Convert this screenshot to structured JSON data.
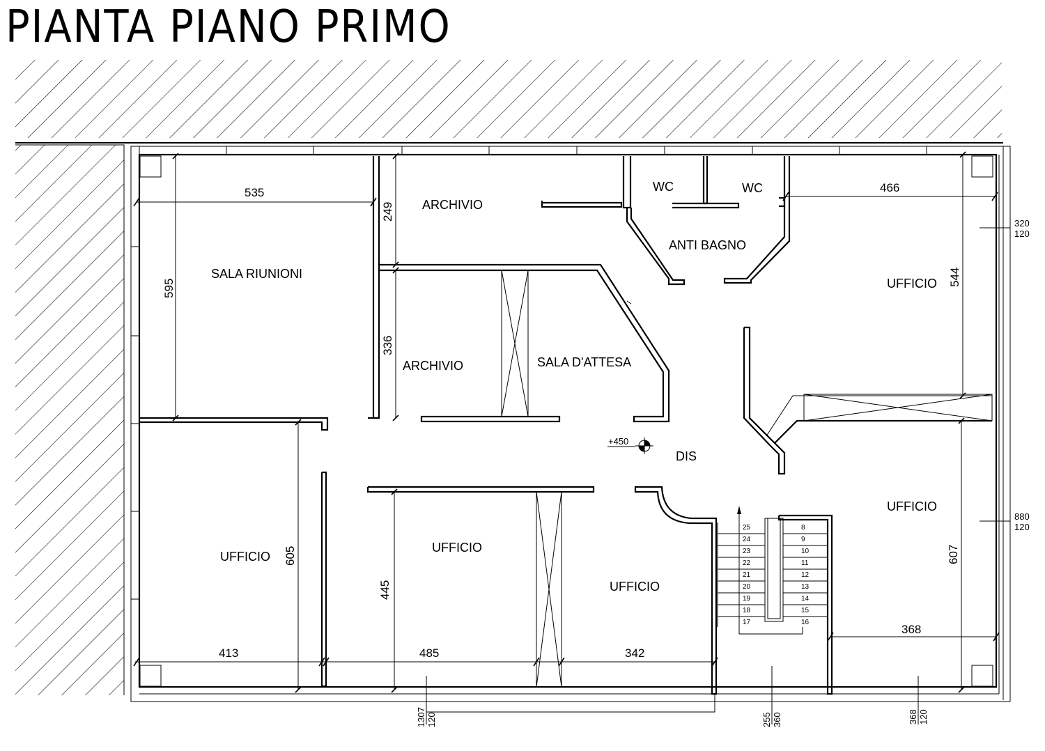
{
  "title": "PIANTA PIANO PRIMO",
  "rooms": {
    "sala_riunioni": "SALA RIUNIONI",
    "archivio_top": "ARCHIVIO",
    "archivio_mid": "ARCHIVIO",
    "sala_attesa": "SALA D'ATTESA",
    "wc_left": "WC",
    "wc_right": "WC",
    "anti_bagno": "ANTI BAGNO",
    "ufficio_top_right": "UFFICIO",
    "ufficio_mid_right": "UFFICIO",
    "ufficio_bottom_left": "UFFICIO",
    "ufficio_bottom_mid": "UFFICIO",
    "ufficio_bottom_center": "UFFICIO",
    "dis": "DIS"
  },
  "level_mark": "+450",
  "dimensions": {
    "d535": "535",
    "d595": "595",
    "d249": "249",
    "d336": "336",
    "d466": "466",
    "d544": "544",
    "d605": "605",
    "d445": "445",
    "d607": "607",
    "d413": "413",
    "d485": "485",
    "d342": "342",
    "d368": "368"
  },
  "openings": {
    "r1": {
      "a": "320",
      "b": "120"
    },
    "r2": {
      "a": "880",
      "b": "120"
    },
    "b1": {
      "a": "1307",
      "b": "120"
    },
    "b2": {
      "a": "255",
      "b": "360"
    },
    "b3": {
      "a": "368",
      "b": "120"
    }
  },
  "stairs": {
    "left": [
      "25",
      "24",
      "23",
      "22",
      "21",
      "20",
      "19",
      "18",
      "17"
    ],
    "right": [
      "8",
      "9",
      "10",
      "11",
      "12",
      "13",
      "14",
      "15",
      "16"
    ]
  }
}
